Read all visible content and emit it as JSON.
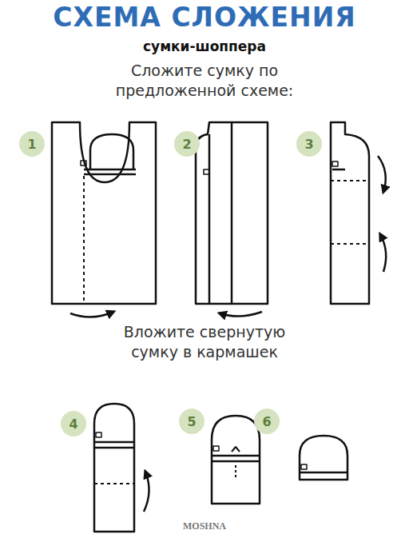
{
  "diagram": {
    "title": "СХЕМА СЛОЖЕНИЯ",
    "nodes": [
      {
        "text": [
          "1"
        ]
      },
      {
        "text": [
          "2"
        ]
      },
      {
        "text": [
          "3"
        ]
      },
      {
        "text": [
          "4"
        ]
      },
      {
        "text": [
          "5"
        ]
      },
      {
        "text": [
          "6"
        ]
      }
    ],
    "labels": [
      "сумки-шоппера",
      "Сложите сумку по предложенной схеме:",
      "Вложите свернутую сумку в кармашек",
      "MOSHNA"
    ]
  }
}
